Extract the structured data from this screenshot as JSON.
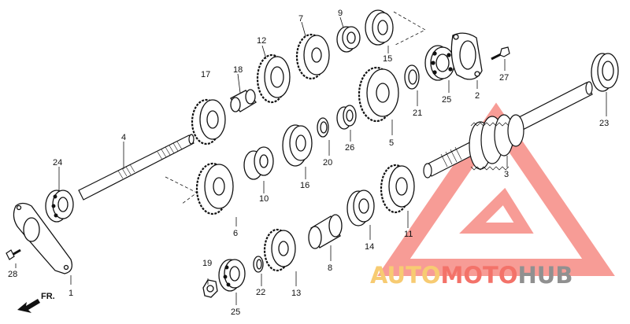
{
  "diagram": {
    "callouts": [
      "1",
      "2",
      "3",
      "4",
      "5",
      "6",
      "7",
      "8",
      "9",
      "10",
      "11",
      "12",
      "13",
      "14",
      "15",
      "16",
      "17",
      "18",
      "19",
      "20",
      "21",
      "22",
      "23",
      "24",
      "25",
      "25",
      "26",
      "27",
      "28"
    ],
    "direction_label": "FR."
  },
  "watermark": {
    "text_part1": "AUTO",
    "text_part2": "MOTO",
    "text_part3": "HUB",
    "color_red": "#f25a50",
    "color_yellow": "#f6c25a",
    "color_gray": "#7d7d7d"
  }
}
